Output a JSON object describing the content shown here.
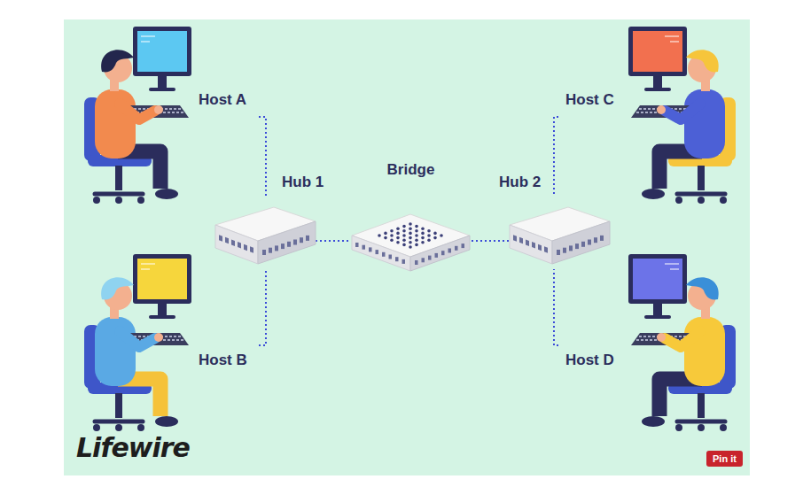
{
  "diagram": {
    "nodes": [
      {
        "text": [
          "Host A"
        ]
      },
      {
        "text": [
          "Host B"
        ]
      },
      {
        "text": [
          "Hub 1"
        ]
      },
      {
        "text": [
          "Bridge"
        ]
      },
      {
        "text": [
          "Hub 2"
        ]
      },
      {
        "text": [
          "Host C"
        ]
      },
      {
        "text": [
          "Host D"
        ]
      }
    ],
    "edges": [
      {
        "from": 0,
        "to": 2,
        "arrow": "none"
      },
      {
        "from": 1,
        "to": 2,
        "arrow": "none"
      },
      {
        "from": 2,
        "to": 3,
        "arrow": "none"
      },
      {
        "from": 3,
        "to": 4,
        "arrow": "none"
      },
      {
        "from": 5,
        "to": 4,
        "arrow": "none"
      },
      {
        "from": 6,
        "to": 4,
        "arrow": "none"
      }
    ],
    "labels": [
      "Lifewire",
      "Pin it"
    ]
  }
}
